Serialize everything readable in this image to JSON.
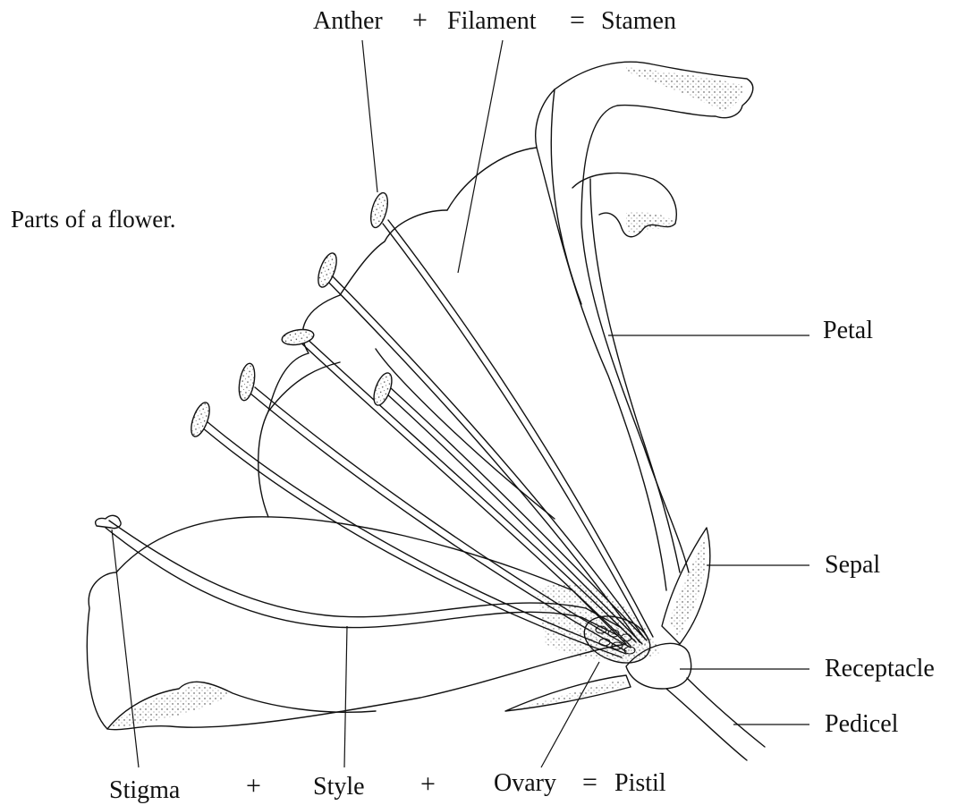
{
  "caption": "Parts of a flower.",
  "top_equation": {
    "anther": "Anther",
    "plus": "+",
    "filament": "Filament",
    "equals": "=",
    "stamen": "Stamen"
  },
  "bottom_equation": {
    "stigma": "Stigma",
    "plus1": "+",
    "style": "Style",
    "plus2": "+",
    "ovary": "Ovary",
    "equals": "=",
    "pistil": "Pistil"
  },
  "right_labels": {
    "petal": "Petal",
    "sepal": "Sepal",
    "receptacle": "Receptacle",
    "pedicel": "Pedicel"
  },
  "colors": {
    "ink": "#111111",
    "background": "#ffffff"
  }
}
